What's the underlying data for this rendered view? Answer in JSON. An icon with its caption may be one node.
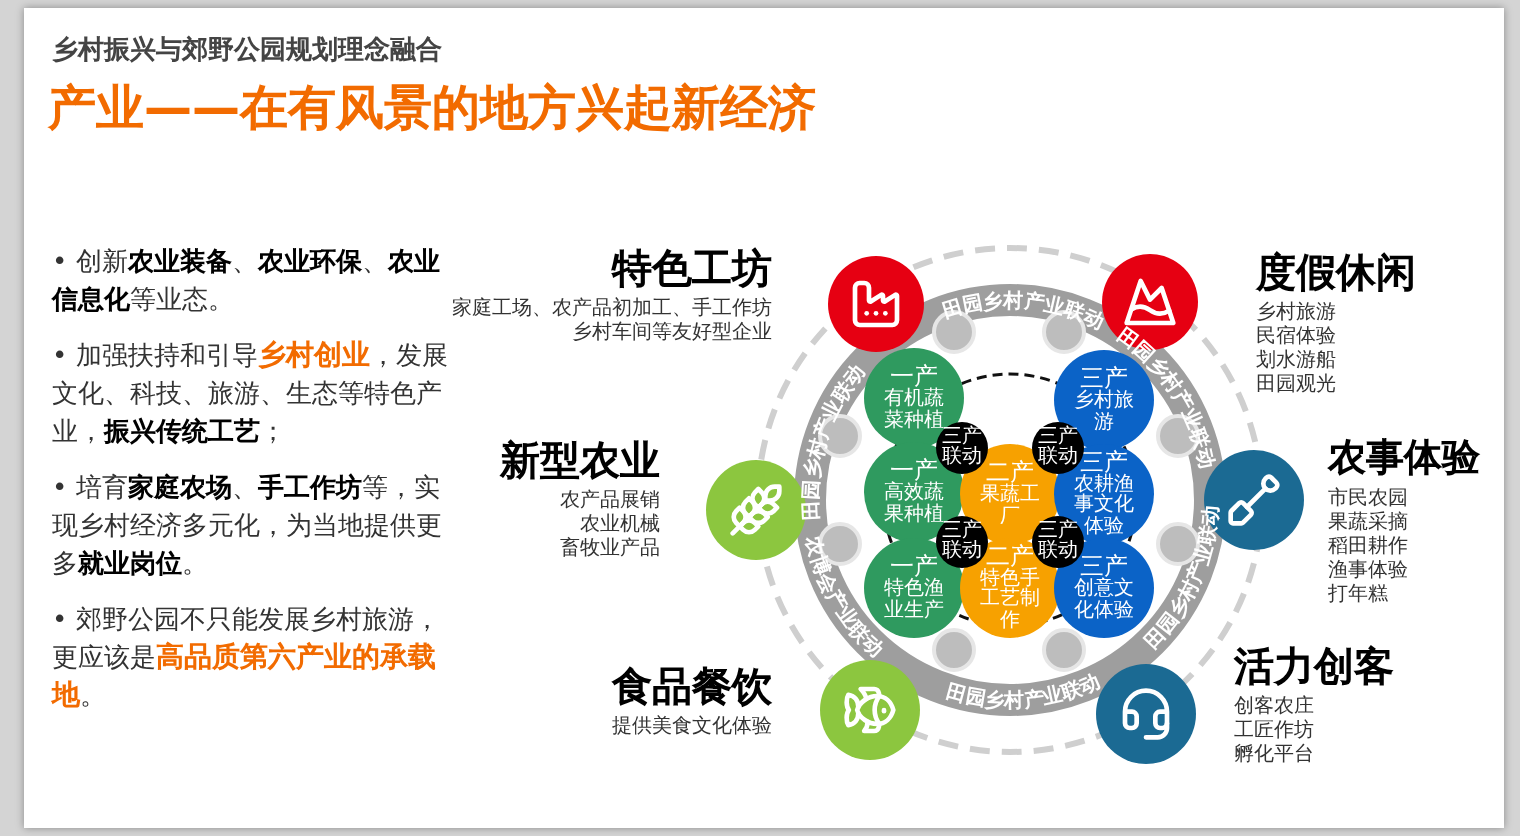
{
  "diagram": {
    "title": "产业——在有风景的地方兴起新经济",
    "nodes": [
      {
        "text": [],
        "shape": "circle",
        "beside": [
          "特色工坊",
          "家庭工场、农产品初加工、手工作坊",
          "乡村车间等友好型企业"
        ]
      },
      {
        "text": [],
        "shape": "circle",
        "beside": [
          "度假休闲",
          "乡村旅游",
          "民宿体验",
          "划水游船",
          "田园观光"
        ]
      },
      {
        "text": [],
        "shape": "circle",
        "beside": [
          "新型农业",
          "农产品展销",
          "农业机械",
          "畜牧业产品"
        ]
      },
      {
        "text": [],
        "shape": "circle",
        "beside": [
          "农事体验",
          "市民农园",
          "果蔬采摘",
          "稻田耕作",
          "渔事体验",
          "打年糕"
        ]
      },
      {
        "text": [],
        "shape": "circle",
        "beside": [
          "食品餐饮",
          "提供美食文化体验"
        ]
      },
      {
        "text": [],
        "shape": "circle",
        "beside": [
          "活力创客",
          "创客农庄",
          "工匠作坊",
          "孵化平台"
        ]
      },
      {
        "text": [
          "一产",
          "有机蔬菜种植"
        ]
      },
      {
        "text": [
          "三产",
          "乡村旅游"
        ]
      },
      {
        "text": [
          "一产",
          "高效蔬果种植"
        ]
      },
      {
        "text": [
          "二产",
          "果蔬工厂"
        ]
      },
      {
        "text": [
          "三产",
          "农耕渔事文化体验"
        ]
      },
      {
        "text": [
          "一产",
          "特色渔业生产"
        ]
      },
      {
        "text": [
          "二产",
          "特色手工艺制作"
        ]
      },
      {
        "text": [
          "三产",
          "创意文化体验"
        ]
      },
      {
        "text": [
          "三产联动"
        ]
      },
      {
        "text": [
          "三产联动"
        ]
      },
      {
        "text": [
          "三产联动"
        ]
      },
      {
        "text": [
          "三产联动"
        ]
      },
      {
        "text": [],
        "shape": "circle"
      },
      {
        "text": [],
        "shape": "circle"
      },
      {
        "text": [],
        "shape": "circle"
      },
      {
        "text": [],
        "shape": "circle"
      },
      {
        "text": [],
        "shape": "circle"
      },
      {
        "text": [],
        "shape": "circle"
      },
      {
        "text": [],
        "shape": "circle"
      },
      {
        "text": [],
        "shape": "circle"
      }
    ],
    "edges": [],
    "labels": [
      "乡村振兴与郊野公园规划理念融合",
      "• 创新**农业装备**、**农业环保**、**农业信息化**等业态。",
      "• 加强扶持和引导**乡村创业**，发展文化、科技、旅游、生态等特色产业，**振兴传统工艺**；",
      "• 培育**家庭农场**、**手工作坊**等，实现乡村经济多元化，为当地提供更多**就业岗位**。",
      "• 郊野公园不只能发展乡村旅游，更应该是**高品质第六产业的承载地**。",
      "田园乡村产业联动",
      "田园乡村产业联动",
      "田园乡村产业联动",
      "田园乡村产业联动",
      "田园乡村产业联动",
      "农博会产业联动"
    ]
  }
}
